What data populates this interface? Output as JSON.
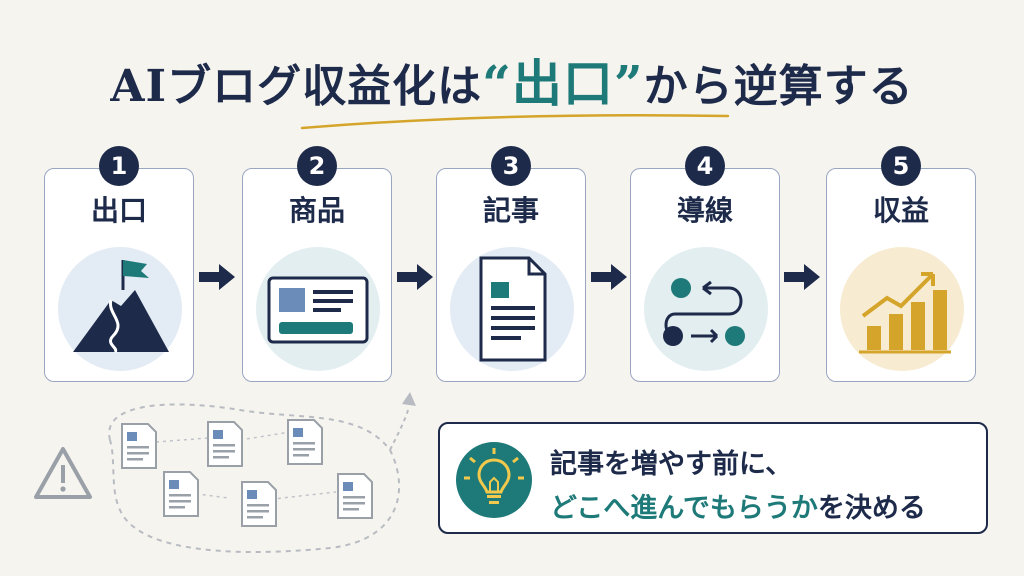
{
  "title": {
    "prefix": "AIブログ収益化は",
    "accent": "“出口”",
    "suffix": "から逆算する"
  },
  "colors": {
    "navy": "#1d2a4a",
    "teal": "#1e7a78",
    "gold": "#d4a52a",
    "gray": "#9aa0a8"
  },
  "steps": [
    {
      "number": "1",
      "label": "出口",
      "icon": "mountain-flag-icon"
    },
    {
      "number": "2",
      "label": "商品",
      "icon": "product-card-icon"
    },
    {
      "number": "3",
      "label": "記事",
      "icon": "document-icon"
    },
    {
      "number": "4",
      "label": "導線",
      "icon": "route-flow-icon"
    },
    {
      "number": "5",
      "label": "収益",
      "icon": "growth-chart-icon"
    }
  ],
  "note": {
    "line1": "記事を増やす前に、",
    "line2_highlight": "どこへ進んでもらうか",
    "line2_rest": "を決める",
    "icon": "lightbulb-icon"
  },
  "warning": {
    "icon": "warning-triangle-icon"
  },
  "scattered": {
    "icon": "scattered-articles-icon"
  }
}
